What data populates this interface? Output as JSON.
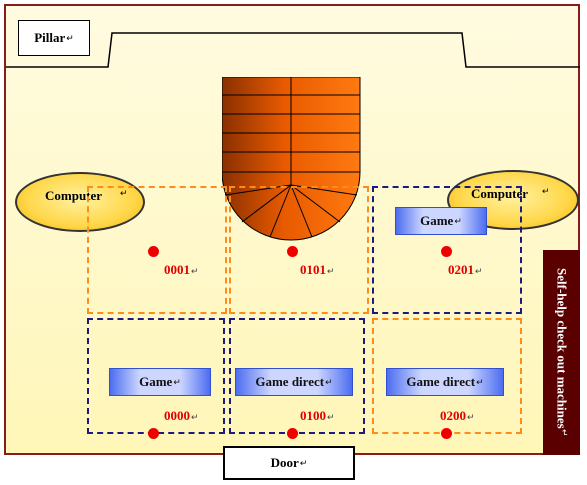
{
  "pillar_label": "Pillar",
  "door_label": "Door",
  "self_help_label": "Self-help check out machines",
  "computers": [
    {
      "label": "Computer"
    },
    {
      "label": "Computer"
    }
  ],
  "games": [
    {
      "label": "Game"
    },
    {
      "label": "Game"
    },
    {
      "label": "Game direct"
    },
    {
      "label": "Game direct"
    }
  ],
  "codes": [
    "0001",
    "0101",
    "0201",
    "0000",
    "0100",
    "0200"
  ],
  "colors": {
    "wall": "#8b1a1a",
    "floor": "#fff6b8",
    "orange_zone": "#ff8c1a",
    "navy_zone": "#1a1a80",
    "marker": "#ee0000",
    "self_help_bg": "#5a0000"
  }
}
